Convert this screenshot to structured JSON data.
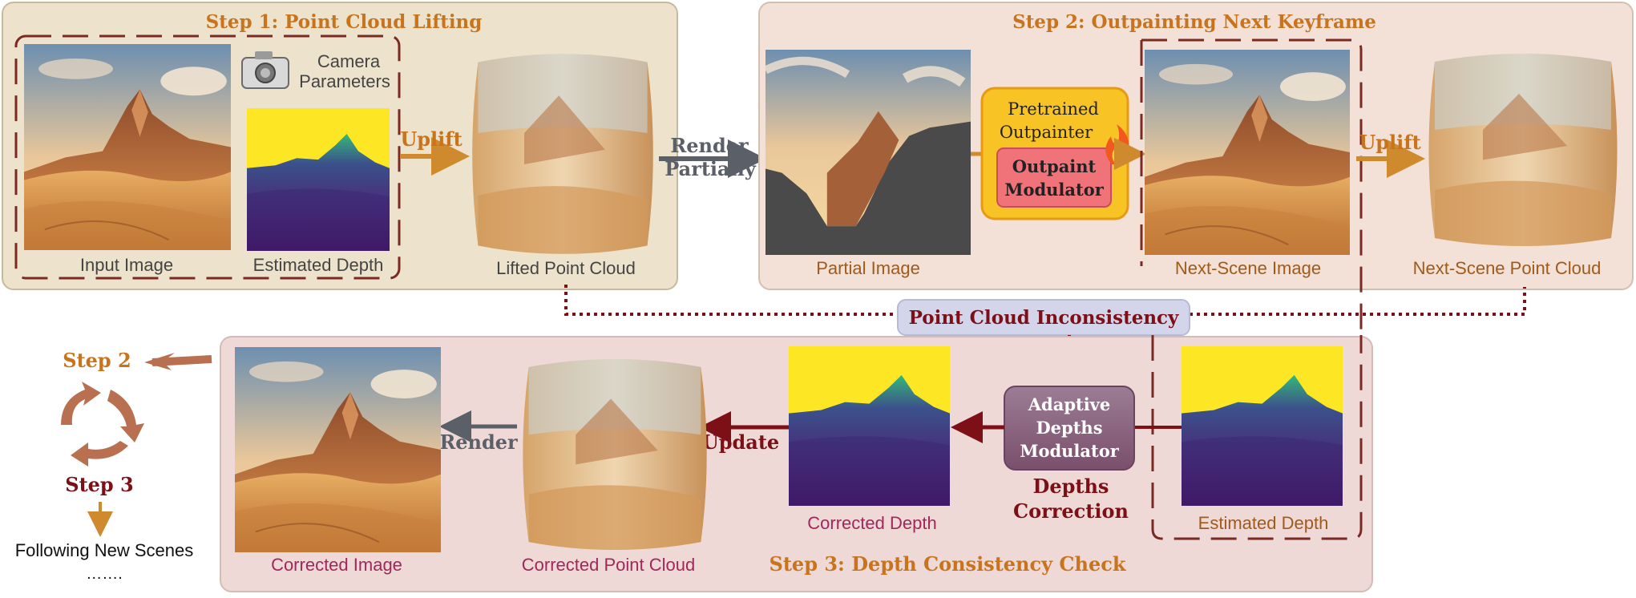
{
  "step1": {
    "title": "Step 1: Point Cloud Lifting",
    "camera_line1": "Camera",
    "camera_line2": "Parameters",
    "input_image": "Input Image",
    "estimated_depth": "Estimated Depth",
    "uplift": "Uplift",
    "lifted_point_cloud": "Lifted Point Cloud"
  },
  "render_partially_line1": "Render",
  "render_partially_line2": "Partially",
  "step2": {
    "title": "Step 2: Outpainting Next Keyframe",
    "partial_image": "Partial Image",
    "pretrained_line1": "Pretrained",
    "pretrained_line2": "Outpainter",
    "modulator_line1": "Outpaint",
    "modulator_line2": "Modulator",
    "next_scene_image": "Next-Scene Image",
    "uplift": "Uplift",
    "next_scene_point_cloud": "Next-Scene Point Cloud"
  },
  "point_cloud_inconsistency": "Point Cloud Inconsistency",
  "step3": {
    "title": "Step 3: Depth Consistency Check",
    "adaptive_line1": "Adaptive",
    "adaptive_line2": "Depths",
    "adaptive_line3": "Modulator",
    "depths_correction_line1": "Depths",
    "depths_correction_line2": "Correction",
    "estimated_depth": "Estimated Depth",
    "corrected_depth": "Corrected Depth",
    "update": "Update",
    "corrected_point_cloud": "Corrected Point Cloud",
    "render": "Render",
    "corrected_image": "Corrected Image"
  },
  "cycle": {
    "step2": "Step 2",
    "step3": "Step 3",
    "following_line1": "Following New Scenes",
    "following_line2": "……."
  },
  "colors": {
    "step1_bg": "#ede3cc",
    "step2_bg": "#f3e0d6",
    "step3_bg": "#efd9d6",
    "step_title": "#c8741e",
    "dark_red": "#7d0f16",
    "arrow_gray": "#5b6068",
    "outpainter_yellow": "#f8c325",
    "modulator_pink": "#f1737a"
  },
  "icons": [
    "camera-icon",
    "fire-icon",
    "cycle-arrows-icon"
  ]
}
